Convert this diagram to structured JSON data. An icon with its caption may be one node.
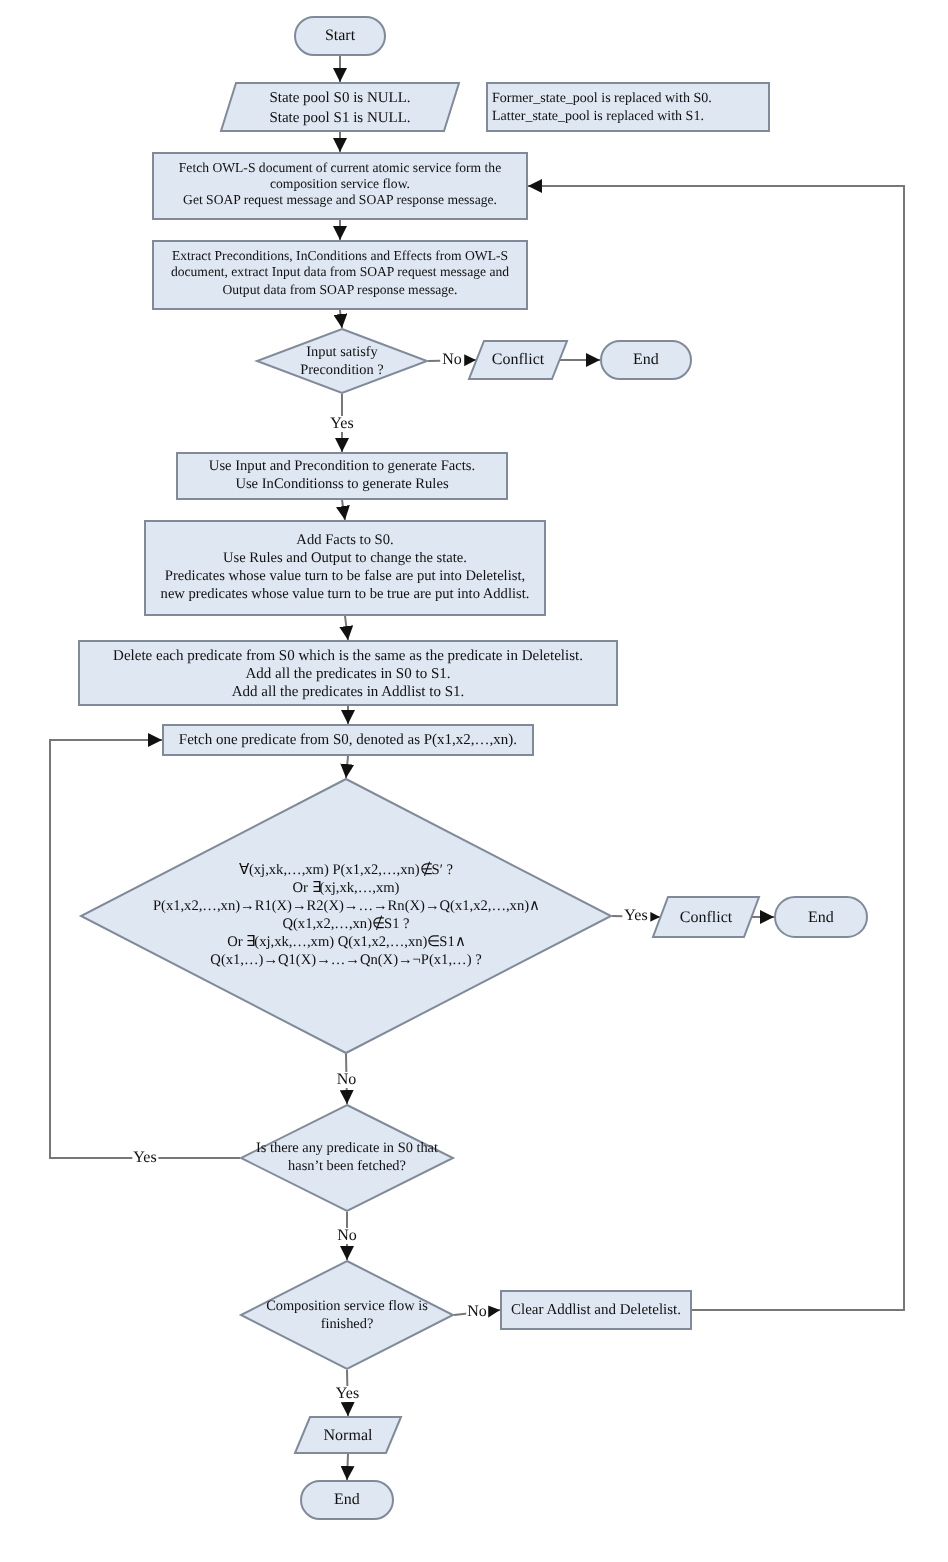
{
  "diagram": {
    "nodes": [
      {
        "text": [
          "Start"
        ]
      },
      {
        "text": [
          "State pool S0 is NULL.",
          "State pool S1 is NULL."
        ]
      },
      {
        "text": [
          "Former_state_pool is replaced with S0.",
          "Latter_state_pool is replaced with S1."
        ]
      },
      {
        "text": [
          "Fetch OWL-S document of current atomic service form the composition service flow.",
          "Get SOAP request message and SOAP response message."
        ]
      },
      {
        "text": [
          "Extract Preconditions, InConditions and Effects from OWL-S document,  extract Input data from SOAP request message and Output data from SOAP response message."
        ]
      },
      {
        "text": [
          "Input satisfy Precondition ?"
        ]
      },
      {
        "text": [
          "Conflict"
        ]
      },
      {
        "text": [
          "End"
        ]
      },
      {
        "text": [
          "Use Input and Precondition to generate Facts.",
          "Use InConditionss to generate Rules"
        ]
      },
      {
        "text": [
          "Add Facts to S0.",
          "Use Rules and Output to change the state.",
          "Predicates whose value turn to be false are put into Deletelist,",
          "new predicates whose value turn to be true are put into Addlist."
        ]
      },
      {
        "text": [
          "Delete each predicate from S0 which is the same as the predicate in Deletelist.",
          "Add all the predicates in S0 to S1.",
          "Add all the predicates in Addlist to S1."
        ]
      },
      {
        "text": [
          "Fetch one predicate from S0, denoted as P(x1,x2,…,xn)."
        ]
      },
      {
        "text": [
          "∀(xj,xk,…,xm) P(x1,x2,…,xn)∉S′ ?",
          "Or ∃(xj,xk,…,xm)",
          "P(x1,x2,…,xn)→R1(X)→R2(X)→…→Rn(X)→Q(x1,x2,…,xn)∧",
          "Q(x1,x2,…,xn)∉S1 ?",
          "Or ∃(xj,xk,…,xm) Q(x1,x2,…,xn)∈S1∧",
          "Q(x1,…)→Q1(X)→…→Qn(X)→¬P(x1,…) ?"
        ]
      },
      {
        "text": [
          "Conflict"
        ]
      },
      {
        "text": [
          "End"
        ]
      },
      {
        "text": [
          "Is there any predicate in S0 that hasn’t been fetched?"
        ]
      },
      {
        "text": [
          "Composition service flow is finished?"
        ]
      },
      {
        "text": [
          "Clear Addlist and Deletelist."
        ]
      },
      {
        "text": [
          "Normal"
        ]
      },
      {
        "text": [
          "End"
        ]
      }
    ],
    "edges": [
      {
        "from": 0,
        "to": 1,
        "arrow": "to"
      },
      {
        "from": 1,
        "to": 3,
        "arrow": "to"
      },
      {
        "from": 3,
        "to": 4,
        "arrow": "to"
      },
      {
        "from": 4,
        "to": 5,
        "arrow": "to"
      },
      {
        "from": 5,
        "to": 6,
        "arrow": "to",
        "label": "No"
      },
      {
        "from": 6,
        "to": 7,
        "arrow": "to"
      },
      {
        "from": 5,
        "to": 8,
        "arrow": "to",
        "label": "Yes"
      },
      {
        "from": 8,
        "to": 9,
        "arrow": "to"
      },
      {
        "from": 9,
        "to": 10,
        "arrow": "to"
      },
      {
        "from": 10,
        "to": 11,
        "arrow": "to"
      },
      {
        "from": 11,
        "to": 12,
        "arrow": "to"
      },
      {
        "from": 12,
        "to": 13,
        "arrow": "to",
        "label": "Yes"
      },
      {
        "from": 13,
        "to": 14,
        "arrow": "to"
      },
      {
        "from": 12,
        "to": 15,
        "arrow": "to",
        "label": "No"
      },
      {
        "from": 15,
        "to": 11,
        "arrow": "to",
        "label": "Yes"
      },
      {
        "from": 15,
        "to": 16,
        "arrow": "to",
        "label": "No"
      },
      {
        "from": 16,
        "to": 17,
        "arrow": "to",
        "label": "No"
      },
      {
        "from": 17,
        "to": 3,
        "arrow": "to"
      },
      {
        "from": 16,
        "to": 18,
        "arrow": "to",
        "label": "Yes"
      },
      {
        "from": 18,
        "to": 19,
        "arrow": "to"
      }
    ]
  }
}
